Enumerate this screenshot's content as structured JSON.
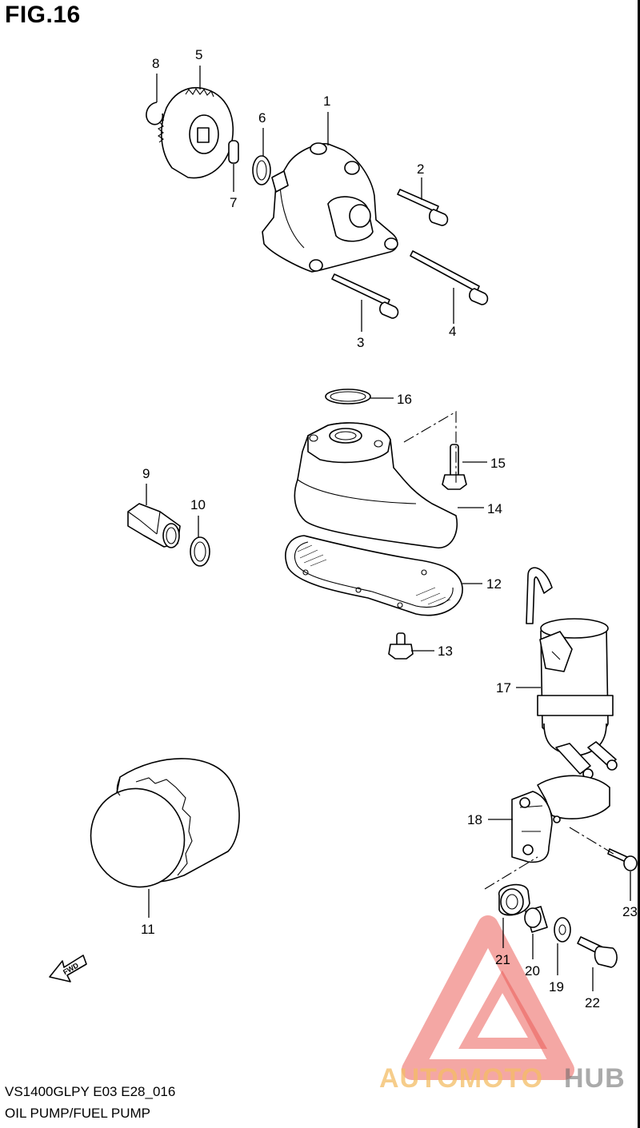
{
  "figure": {
    "title": "FIG.16",
    "model_code": "VS1400GLPY E03 E28_016",
    "section_name": "OIL PUMP/FUEL PUMP"
  },
  "callouts": [
    "1",
    "2",
    "3",
    "4",
    "5",
    "6",
    "7",
    "8",
    "9",
    "10",
    "11",
    "12",
    "13",
    "14",
    "15",
    "16",
    "17",
    "18",
    "19",
    "20",
    "21",
    "22",
    "23"
  ],
  "direction_label": "FWD",
  "watermark": {
    "part1": "AUTOMOTO",
    "part2": "HUB",
    "color_primary": "#e8413c",
    "color_secondary": "#f2b24a",
    "color_dark": "#4a4a4a"
  }
}
